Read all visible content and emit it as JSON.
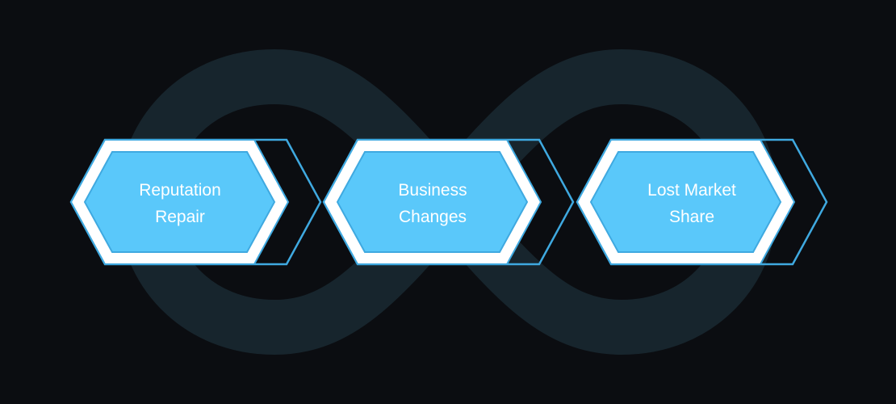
{
  "diagram": {
    "steps": [
      {
        "line1": "Reputation",
        "line2": "Repair"
      },
      {
        "line1": "Business",
        "line2": "Changes"
      },
      {
        "line1": "Lost Market",
        "line2": "Share"
      }
    ]
  },
  "colors": {
    "background": "#0b0d11",
    "loop": "#1a2a33",
    "hex_fill": "#5ac8fa",
    "hex_border": "#ffffff",
    "outline": "#3fa9e0",
    "text": "#ffffff"
  }
}
